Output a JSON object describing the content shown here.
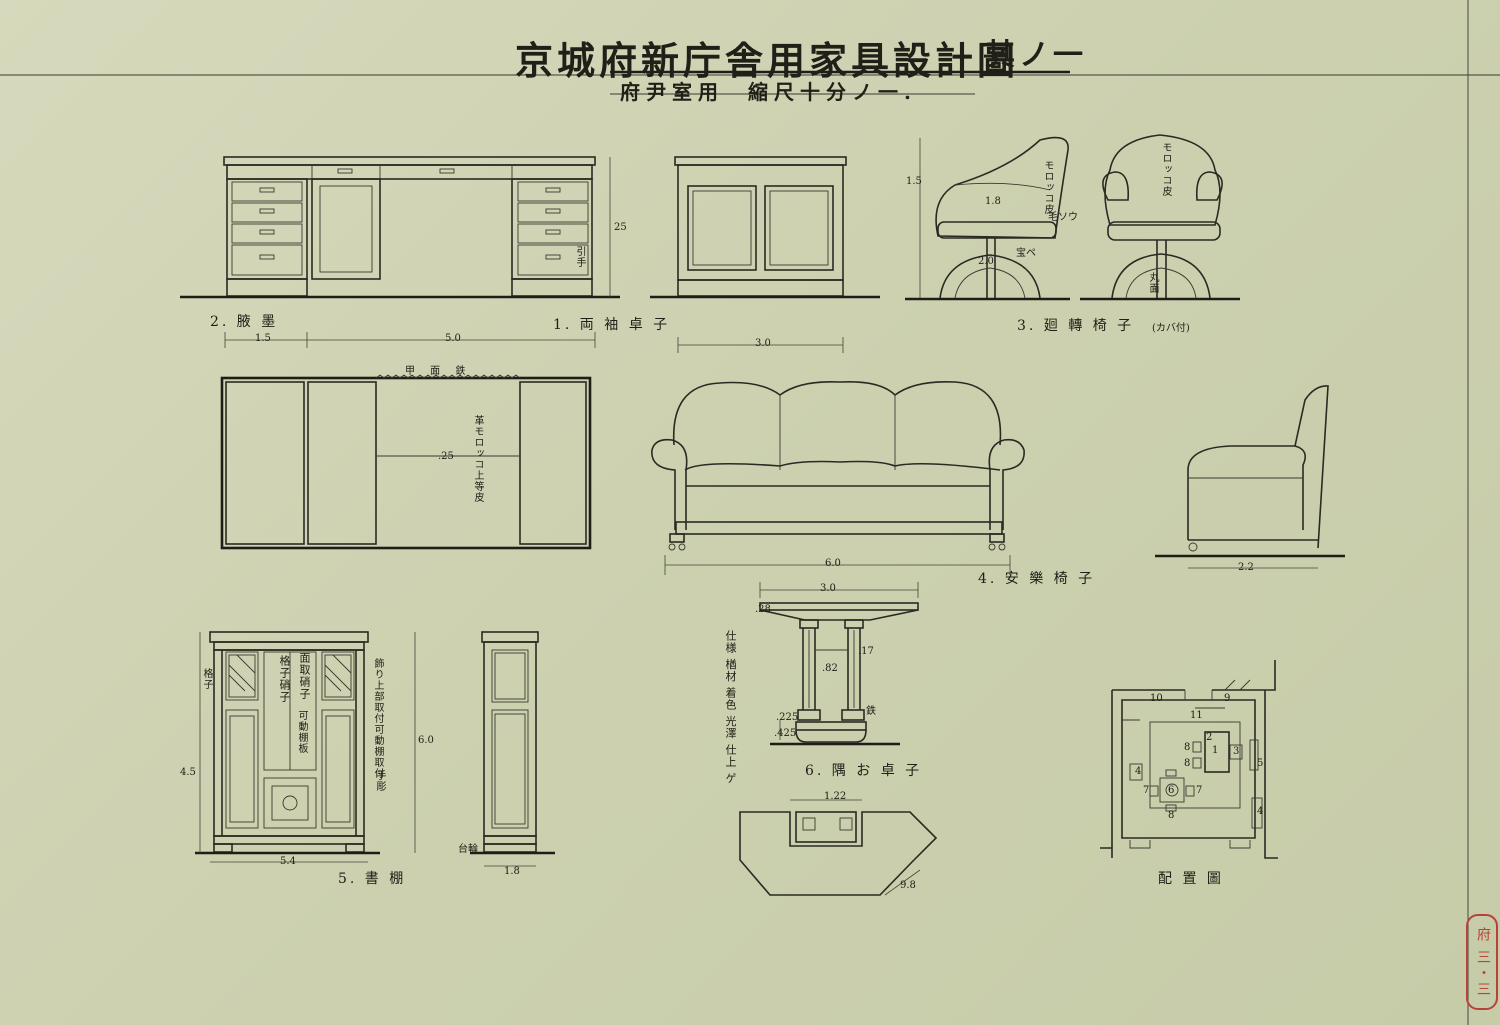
{
  "title": "京城府新庁舎用家具設計圖",
  "sheet_no": "其ノ一",
  "subtitle": "府尹室用",
  "scale": "縮尺十分ノ一.",
  "items": {
    "desk_side": "2. 腋 墨",
    "desk": "1. 両 袖 卓 子",
    "chair": "3. 廻 轉 椅 子",
    "chair_note": "(カバ付)",
    "sofa": "4. 安 樂 椅 子",
    "bookcase": "5. 書 棚",
    "table": "6. 隅 お 卓 子",
    "layout": "配 置 圖"
  },
  "dims": {
    "d15": "1.5",
    "d50": "5.0",
    "d30": "3.0",
    "d25": "25",
    "d60": "6.0",
    "d22": "2.2",
    "d30b": "3.0",
    "d54": "5.4",
    "d18": "1.8",
    "d122": "1.22",
    "d98": "9.8",
    "d18b": "1.8",
    "d15b": "1.5",
    "d20": "2.0",
    "d60v": "6.0",
    "d45": "4.5",
    "d82": ".82",
    "d17": ".17",
    "d28": ".28",
    "d225": ".225",
    "d425": ".425",
    "d25b": ".25"
  },
  "notes": {
    "desk_top": "甲 面 鉄",
    "desk_leather": "革モロッコ上等皮",
    "chair_leather1": "モロッコ皮",
    "chair_leather2": "モロッコ皮",
    "chair_fabric": "毛ソウ",
    "bookcase_glass": "格子硝子",
    "bookcase_glass2": "面取硝子",
    "bookcase_shelf": "可動棚板",
    "bookcase_note": "飾り上部取付可動棚取付",
    "bookcase_finish": "手彫",
    "table_note": "仕様 楢材 着色 光澤 仕上 ゲ",
    "table_metal": "鉄",
    "bookcase_side": "格子",
    "bookcase_base": "台輪",
    "drawer_note": "引手",
    "chair_base": "丸面",
    "chair_arm": "宝ペ"
  },
  "layout_nums": [
    "10",
    "9",
    "11",
    "2",
    "1",
    "3",
    "8",
    "8",
    "5",
    "4",
    "4",
    "6",
    "7",
    "7",
    "8"
  ],
  "stamp": "府 三・三"
}
